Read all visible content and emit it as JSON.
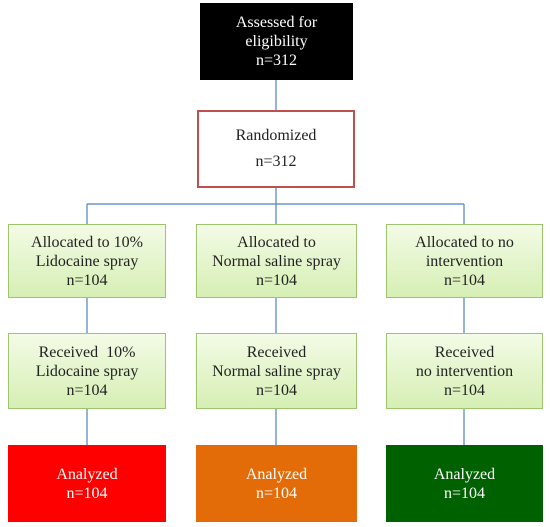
{
  "assessed": {
    "line1": "Assessed for",
    "line2": "eligibility",
    "line3": "n=312"
  },
  "randomized": {
    "line1": "Randomized",
    "line2": "n=312"
  },
  "allocated": [
    {
      "line1": "Allocated to 10%",
      "line2": "Lidocaine spray",
      "line3": "n=104"
    },
    {
      "line1": "Allocated to",
      "line2": "Normal saline spray",
      "line3": "n=104"
    },
    {
      "line1": "Allocated to no",
      "line2": "intervention",
      "line3": "n=104"
    }
  ],
  "received": [
    {
      "line1": "Received  10%",
      "line2": "Lidocaine spray",
      "line3": "n=104"
    },
    {
      "line1": "Received",
      "line2": "Normal saline spray",
      "line3": "n=104"
    },
    {
      "line1": "Received",
      "line2": "no intervention",
      "line3": "n=104"
    }
  ],
  "analyzed": [
    {
      "line1": "Analyzed",
      "line2": "n=104",
      "color": "#ff0000"
    },
    {
      "line1": "Analyzed",
      "line2": "n=104",
      "color": "#e36c09"
    },
    {
      "line1": "Analyzed",
      "line2": "n=104",
      "color": "#006100"
    }
  ]
}
